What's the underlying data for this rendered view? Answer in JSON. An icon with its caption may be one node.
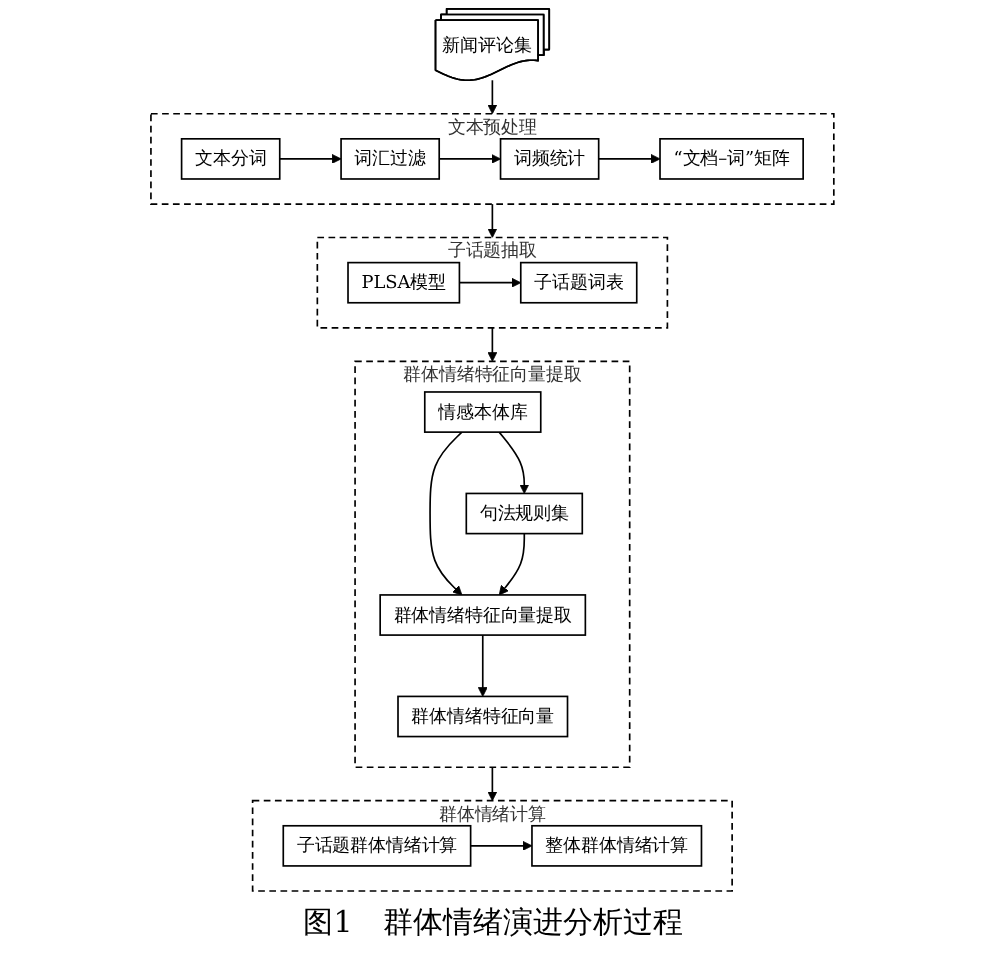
{
  "diagram": {
    "caption": "图1　群体情绪演进分析过程",
    "nodes": [
      {
        "text": [
          "新闻评论集"
        ]
      },
      {
        "text": [
          "文本预处理"
        ]
      },
      {
        "text": [
          "文本分词"
        ],
        "in": 1
      },
      {
        "text": [
          "词汇过滤"
        ],
        "in": 1
      },
      {
        "text": [
          "词频统计"
        ],
        "in": 1
      },
      {
        "text": [
          "“文档–词”矩阵"
        ],
        "in": 1
      },
      {
        "text": [
          "子话题抽取"
        ]
      },
      {
        "text": [
          "PLSA模型"
        ],
        "in": 6
      },
      {
        "text": [
          "子话题词表"
        ],
        "in": 6
      },
      {
        "text": [
          "群体情绪特征向量提取"
        ]
      },
      {
        "text": [
          "情感本体库"
        ],
        "in": 9
      },
      {
        "text": [
          "句法规则集"
        ],
        "in": 9
      },
      {
        "text": [
          "群体情绪特征向量提取"
        ],
        "in": 9
      },
      {
        "text": [
          "群体情绪特征向量"
        ],
        "in": 9
      },
      {
        "text": [
          "群体情绪计算"
        ]
      },
      {
        "text": [
          "子话题群体情绪计算"
        ],
        "in": 14
      },
      {
        "text": [
          "整体群体情绪计算"
        ],
        "in": 14
      }
    ],
    "edges": [
      {
        "from": 0,
        "to": 1,
        "arrow": "to"
      },
      {
        "from": 2,
        "to": 3,
        "arrow": "to"
      },
      {
        "from": 3,
        "to": 4,
        "arrow": "to"
      },
      {
        "from": 4,
        "to": 5,
        "arrow": "to"
      },
      {
        "from": 1,
        "to": 6,
        "arrow": "to"
      },
      {
        "from": 7,
        "to": 8,
        "arrow": "to"
      },
      {
        "from": 6,
        "to": 9,
        "arrow": "to"
      },
      {
        "from": 10,
        "to": 11,
        "arrow": "to"
      },
      {
        "from": 10,
        "to": 12,
        "arrow": "to"
      },
      {
        "from": 11,
        "to": 12,
        "arrow": "to"
      },
      {
        "from": 12,
        "to": 13,
        "arrow": "to"
      },
      {
        "from": 9,
        "to": 14,
        "arrow": "to"
      },
      {
        "from": 15,
        "to": 16,
        "arrow": "to"
      }
    ]
  }
}
